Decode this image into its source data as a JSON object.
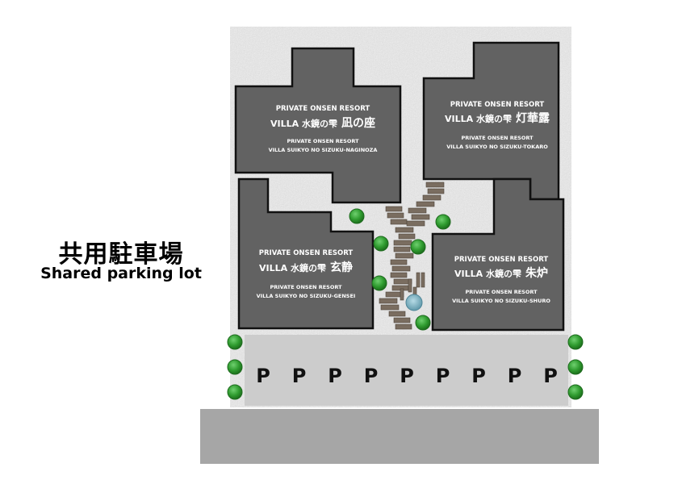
{
  "parking_lot": {
    "label_ja": "共用駐車場",
    "label_en": "Shared parking lot",
    "space_symbol": "P",
    "space_count": 9
  },
  "villas": [
    {
      "key": "naginoza",
      "line1": "PRIVATE ONSEN RESORT",
      "line2_prefix": "VILLA 水鏡の雫",
      "line2_name": "凪の座",
      "line3": "PRIVATE ONSEN RESORT",
      "line4": "VILLA SUIKYO NO SIZUKU-NAGINOZA"
    },
    {
      "key": "tokaro",
      "line1": "PRIVATE ONSEN RESORT",
      "line2_prefix": "VILLA 水鏡の雫",
      "line2_name": "灯華露",
      "line3": "PRIVATE ONSEN RESORT",
      "line4": "VILLA SUIKYO NO SIZUKU-TOKARO"
    },
    {
      "key": "gensei",
      "line1": "PRIVATE ONSEN RESORT",
      "line2_prefix": "VILLA 水鏡の雫",
      "line2_name": "玄静",
      "line3": "PRIVATE ONSEN RESORT",
      "line4": "VILLA SUIKYO NO SIZUKU-GENSEI"
    },
    {
      "key": "shuro",
      "line1": "PRIVATE ONSEN RESORT",
      "line2_prefix": "VILLA 水鏡の雫",
      "line2_name": "朱炉",
      "line3": "PRIVATE ONSEN RESORT",
      "line4": "VILLA SUIKYO NO SIZUKU-SHURO"
    }
  ],
  "colors": {
    "gravel": "#e2e2e2",
    "building": "#626262",
    "building_border": "#111111",
    "parking": "#cccccc",
    "road": "#a6a6a6",
    "path_stone": "#7a6d60",
    "tree": "#2f9b2f",
    "pond": "#7fb4c4"
  }
}
